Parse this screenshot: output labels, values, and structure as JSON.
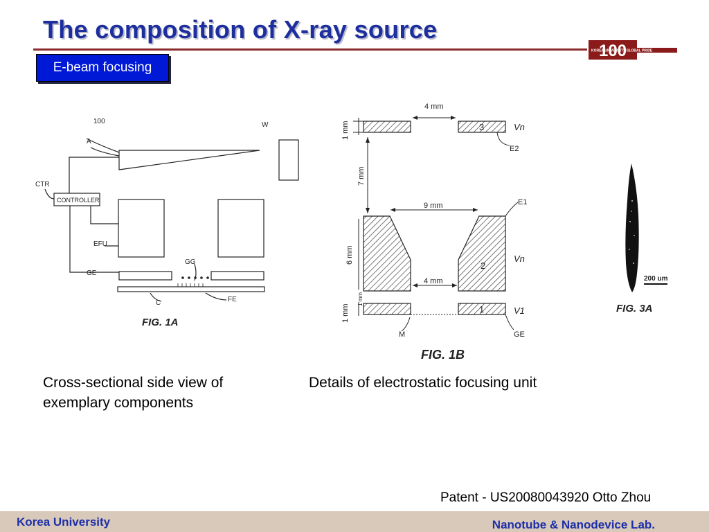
{
  "slide": {
    "title": "The composition of X-ray source",
    "badge_label": "E-beam focusing",
    "caption_left": "Cross-sectional side view of exemplary components",
    "caption_right": "Details of electrostatic focusing unit",
    "patent": "Patent - US20080043920 Otto Zhou"
  },
  "logo": {
    "mark": "100",
    "text": "KOREA UNIVERSITY GLOBAL PRIDE"
  },
  "fig1a": {
    "label_100": "100",
    "label_a": "A",
    "label_w": "W",
    "label_ctr": "CTR",
    "controller": "CONTROLLER",
    "label_efu": "EFU",
    "label_ge": "GE",
    "label_gg": "GG",
    "label_c": "C",
    "label_fe": "FE",
    "fig_label": "FIG. 1A"
  },
  "fig1b": {
    "dim_4mm_top": "4 mm",
    "dim_1mm_top": "1 mm",
    "dim_7mm": "7 mm",
    "dim_9mm": "9 mm",
    "dim_6mm": "6 mm",
    "dim_4mm_bottom": "4 mm",
    "dim_1mm_bottom": "1 mm",
    "dim_1mm_small": "1 mm",
    "num_3": "3",
    "num_2": "2",
    "num_1": "1",
    "label_vn_top": "Vn",
    "label_vn_mid": "Vn",
    "label_v1": "V1",
    "label_e2": "E2",
    "label_e1": "E1",
    "label_m": "M",
    "label_ge": "GE",
    "fig_label": "FIG. 1B"
  },
  "fig3a": {
    "scale": "200 um",
    "fig_label": "FIG. 3A"
  },
  "footer": {
    "left": "Korea University",
    "right": "Nanotube & Nanodevice Lab."
  }
}
